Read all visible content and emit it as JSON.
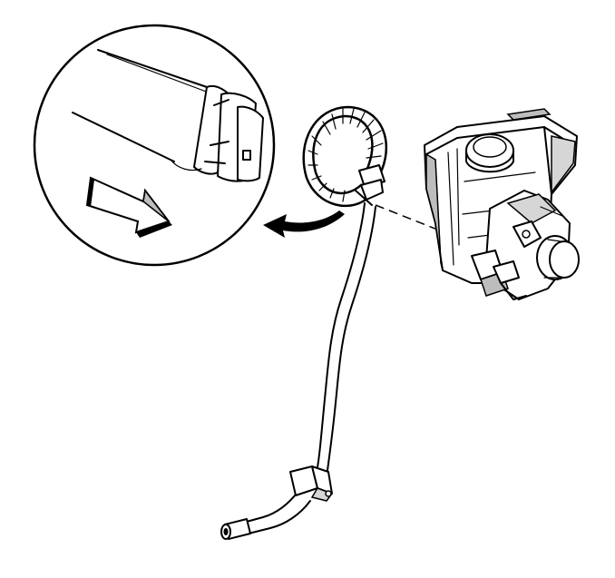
{
  "figure": {
    "kind": "technical illustration",
    "colors": {
      "line": "#000000",
      "background": "#ffffff",
      "shading": "#bdbdbd"
    },
    "components": [
      "magnified-inset-view",
      "hose-end-quick-connector",
      "direction-arrow-icon",
      "callout-arrow-icon",
      "return-hose",
      "corrugated-hose-section",
      "hose-retaining-clip",
      "power-steering-pump-with-reservoir",
      "reservoir-cap",
      "pump-pulley",
      "dashed-leader-line"
    ]
  }
}
